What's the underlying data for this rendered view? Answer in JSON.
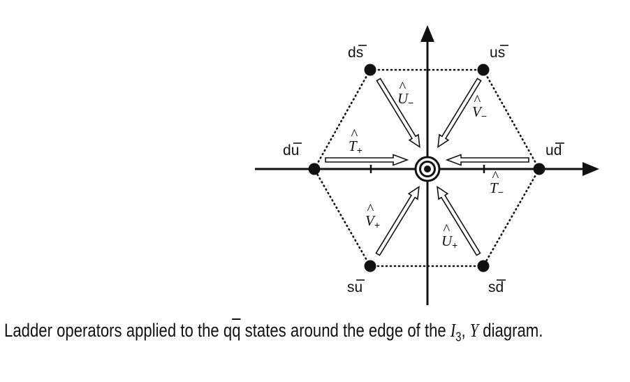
{
  "quark_labels": {
    "d_sbar": {
      "q": "d",
      "anti": "s"
    },
    "u_sbar": {
      "q": "u",
      "anti": "s"
    },
    "d_ubar": {
      "q": "d",
      "anti": "u"
    },
    "u_dbar": {
      "q": "u",
      "anti": "d"
    },
    "s_ubar": {
      "q": "s",
      "anti": "u"
    },
    "s_dbar": {
      "q": "s",
      "anti": "d"
    }
  },
  "operators": {
    "u_minus": {
      "letter": "U",
      "sub": "−"
    },
    "v_minus": {
      "letter": "V",
      "sub": "−"
    },
    "t_plus": {
      "letter": "T",
      "sub": "+"
    },
    "t_minus": {
      "letter": "T",
      "sub": "−"
    },
    "v_plus": {
      "letter": "V",
      "sub": "+"
    },
    "u_plus": {
      "letter": "U",
      "sub": "+"
    }
  },
  "caption": {
    "text_before": "Ladder operators applied to the ",
    "qq_q": "q",
    "qq_anti": "q",
    "text_middle": " states around the edge of the ",
    "i_letter": "I",
    "i_sub": "3",
    "comma": ", ",
    "y_letter": "Y",
    "text_after": " diagram."
  }
}
